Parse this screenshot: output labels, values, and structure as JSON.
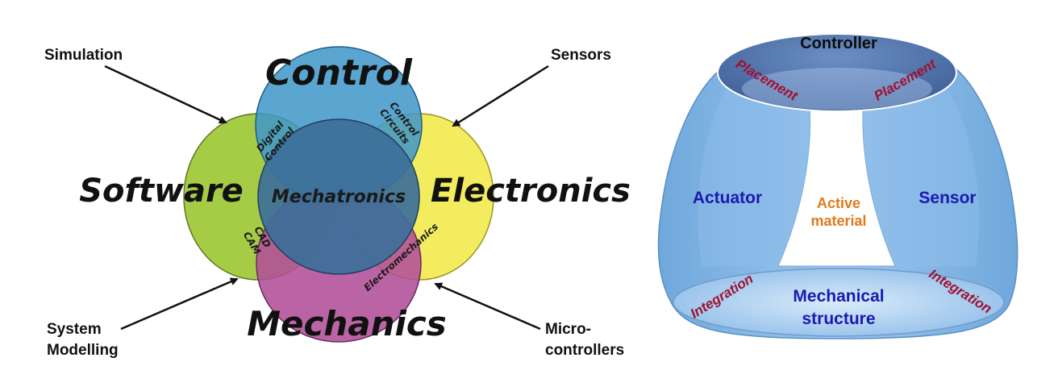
{
  "venn": {
    "circles": {
      "control": "Control",
      "software": "Software",
      "electronics": "Electronics",
      "mechanics": "Mechanics",
      "center": "Mechatronics"
    },
    "overlaps": {
      "digital_control_1": "Digital",
      "digital_control_2": "Control",
      "control_circuits_1": "Control",
      "control_circuits_2": "Circuits",
      "cad": "CAD",
      "cam": "CAM",
      "electromechanics": "Electromechanics"
    },
    "external": {
      "simulation": "Simulation",
      "sensors": "Sensors",
      "system_modelling_1": "System",
      "system_modelling_2": "Modelling",
      "microcontrollers_1": "Micro-",
      "microcontrollers_2": "controllers"
    },
    "colors": {
      "control": "#3e97c9",
      "software": "#a6cc45",
      "electronics": "#f1ea4c",
      "mechanics": "#b24f98",
      "center": "#3d6f99"
    }
  },
  "frame": {
    "controller": "Controller",
    "placement_left": "Placement",
    "placement_right": "Placement",
    "actuator": "Actuator",
    "sensor": "Sensor",
    "active_material_1": "Active",
    "active_material_2": "material",
    "mechanical_structure_1": "Mechanical",
    "mechanical_structure_2": "structure",
    "integration_left": "Integration",
    "integration_right": "Integration",
    "colors": {
      "blue_label": "#1a1ab0",
      "red_label": "#a01030",
      "orange_label": "#e07a1a"
    }
  }
}
